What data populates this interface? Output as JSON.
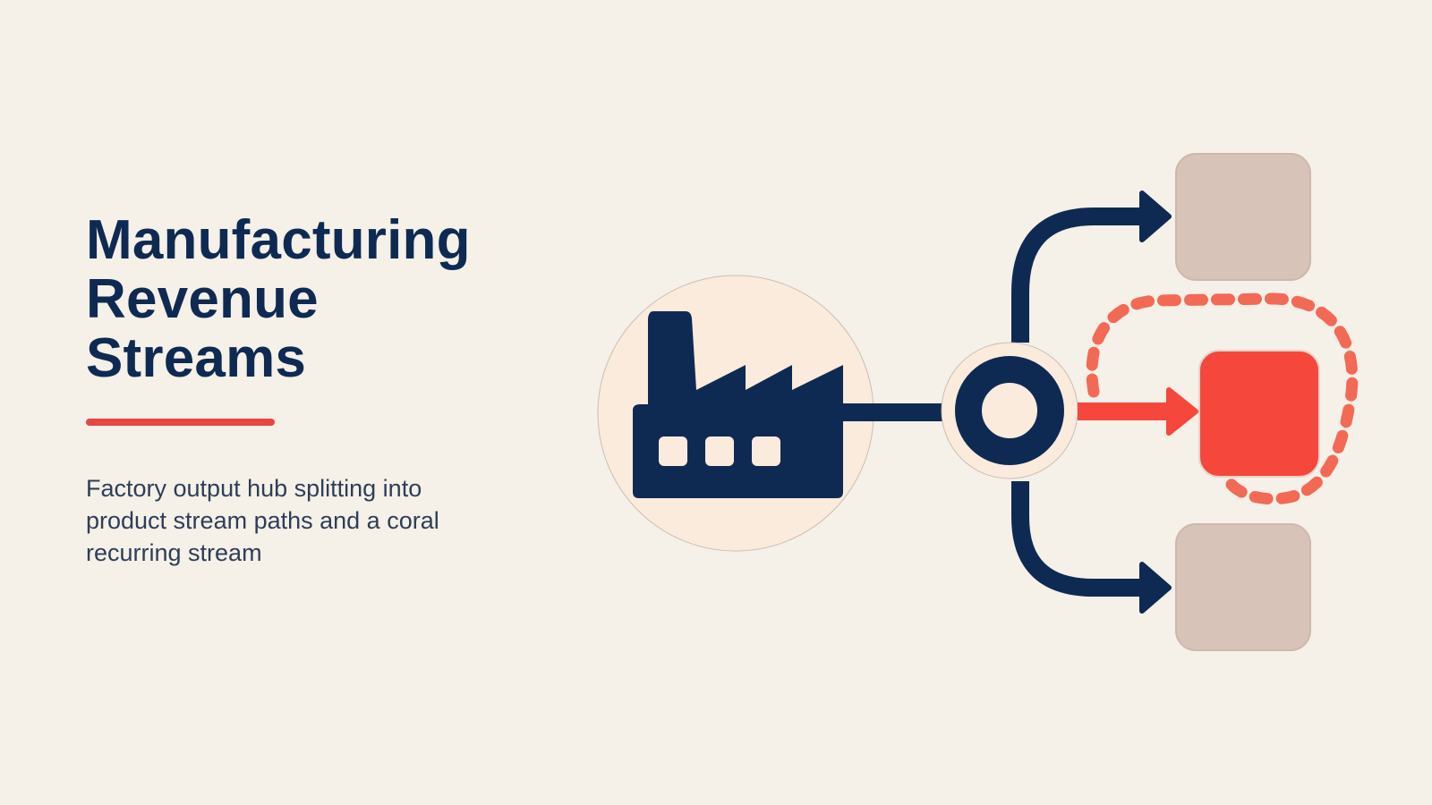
{
  "slide": {
    "title_lines": [
      "Manufacturing",
      "Revenue",
      "Streams"
    ],
    "description": "Factory output hub splitting into product stream paths and a coral recurring stream"
  },
  "colors": {
    "background": "#f5f0e8",
    "navy": "#0f2a52",
    "coral": "#f5473b",
    "coral_dashed": "#f26a55",
    "muted_box": "#d8c3b9",
    "circle_fill": "#fbebdd"
  },
  "diagram": {
    "source": {
      "icon": "factory-icon"
    },
    "hub": {
      "icon": "hub-ring-icon"
    },
    "streams": [
      {
        "id": "product-stream-top",
        "kind": "product",
        "icon": "arrow-right-icon"
      },
      {
        "id": "recurring-stream",
        "kind": "recurring",
        "icon": "arrow-right-icon",
        "highlight": true
      },
      {
        "id": "product-stream-bottom",
        "kind": "product",
        "icon": "arrow-right-icon"
      }
    ]
  }
}
